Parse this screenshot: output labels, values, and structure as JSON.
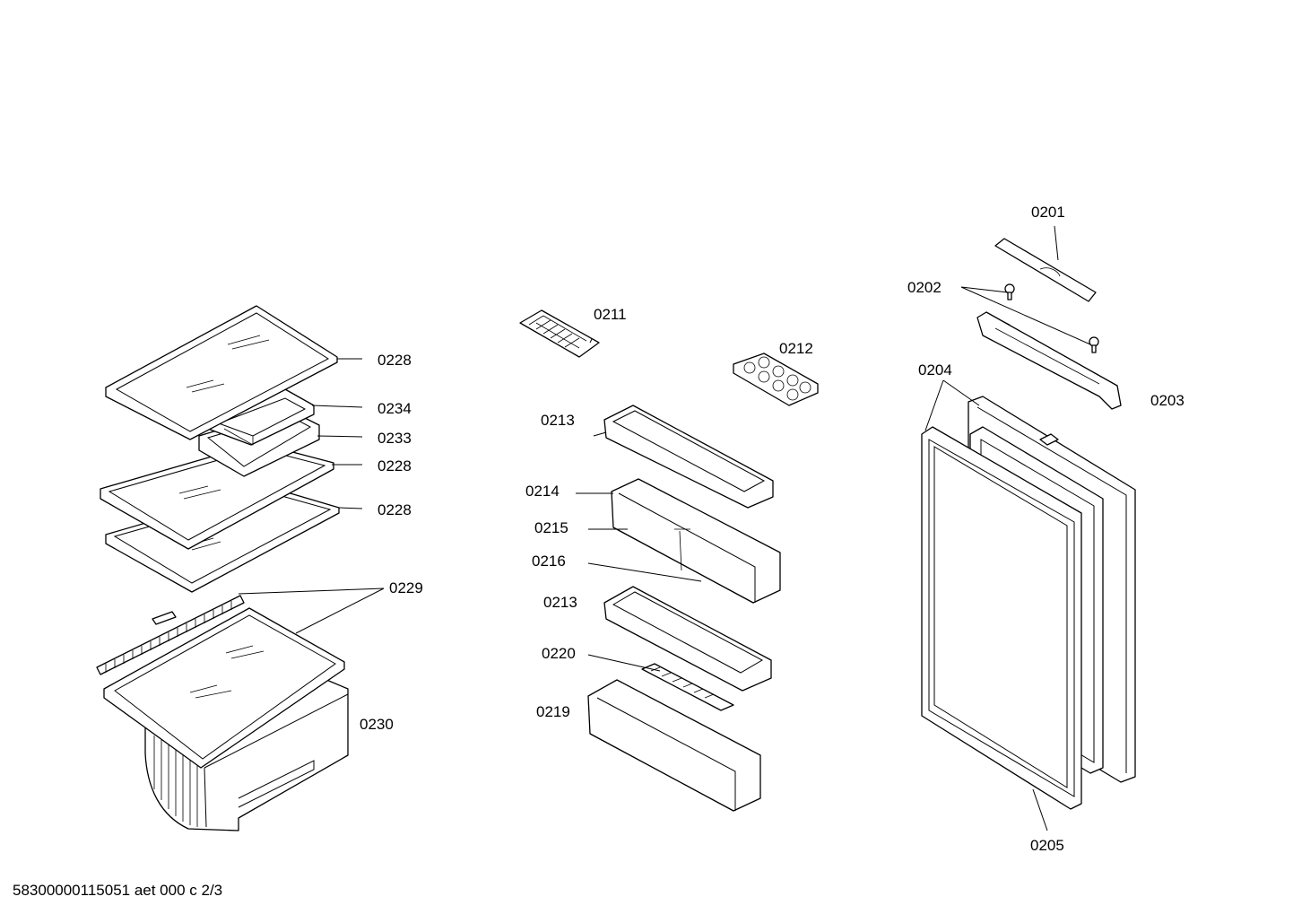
{
  "diagram": {
    "labels": {
      "l0201": "0201",
      "l0202": "0202",
      "l0203": "0203",
      "l0204": "0204",
      "l0205": "0205",
      "l0211": "0211",
      "l0212": "0212",
      "l0213a": "0213",
      "l0213b": "0213",
      "l0214": "0214",
      "l0215": "0215",
      "l0216": "0216",
      "l0219": "0219",
      "l0220": "0220",
      "l0228a": "0228",
      "l0228b": "0228",
      "l0228c": "0228",
      "l0229": "0229",
      "l0230": "0230",
      "l0233": "0233",
      "l0234": "0234"
    },
    "footer": "58300000115051 aet 000 c 2/3"
  }
}
